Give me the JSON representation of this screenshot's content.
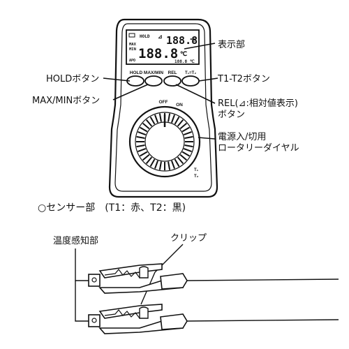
{
  "labels": {
    "display": "表示部",
    "hold_button": "HOLDボタン",
    "t1t2_button": "T1-T2ボタン",
    "maxmin_button": "MAX/MINボタン",
    "rel_button_line1": "REL(⊿:相対値表示)",
    "rel_button_line2": "ボタン",
    "dial_line1": "電源入/切用",
    "dial_line2": "ロータリーダイヤル",
    "sensor_heading": "○センサー部　(T1：赤、T2：黒)",
    "temp_sensor": "温度感知部",
    "clip": "クリップ"
  },
  "device": {
    "lcd_hold": "HOLD",
    "lcd_delta": "⊿",
    "lcd_max": "MAX",
    "lcd_min": "MIN",
    "lcd_apo": "APO",
    "lcd_digits_top": "188.8",
    "lcd_digits_main": "188.8",
    "lcd_digits_small": "188.8",
    "lcd_unit": "℃",
    "btn_hold": "HOLD",
    "btn_maxmin": "MAX/MIN",
    "btn_rel": "REL",
    "btn_t1t2": "T₁=T₂",
    "dial_off": "OFF",
    "dial_on": "ON",
    "t1": "T₁",
    "t2": "T₂"
  }
}
